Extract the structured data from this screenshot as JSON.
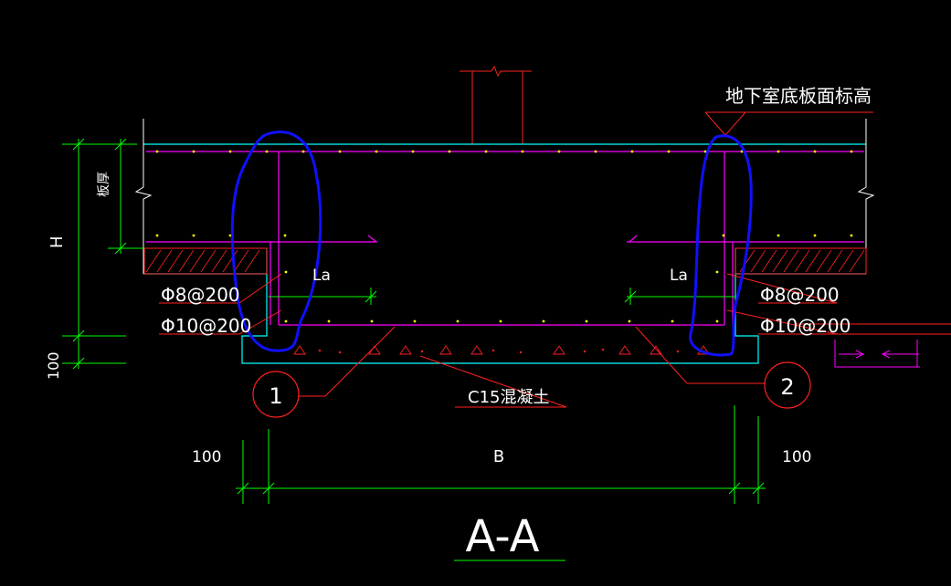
{
  "drawing": {
    "title": "A-A",
    "labels": {
      "slab_elevation": "地下室底板面标高",
      "slab_thickness": "板厚",
      "height": "H",
      "anchor_left": "La",
      "anchor_right": "La",
      "rebar_left_top": "Φ8@200",
      "rebar_left_bottom": "Φ10@200",
      "rebar_right_top": "Φ8@200",
      "rebar_right_bottom": "Φ10@200",
      "concrete": "C15混凝土",
      "dim_left": "100",
      "dim_width": "B",
      "dim_right": "100",
      "dim_vertical": "100",
      "callout_1": "1",
      "callout_2": "2"
    },
    "colors": {
      "background": "#000000",
      "slab_line": "#00ffff",
      "rebar": "#ff00ff",
      "dimension": "#00ff00",
      "leader": "#ff0000",
      "hatch": "#ff2020",
      "highlight": "#1010ff",
      "text": "#ffffff",
      "rebar_dot": "#ffff00"
    }
  }
}
